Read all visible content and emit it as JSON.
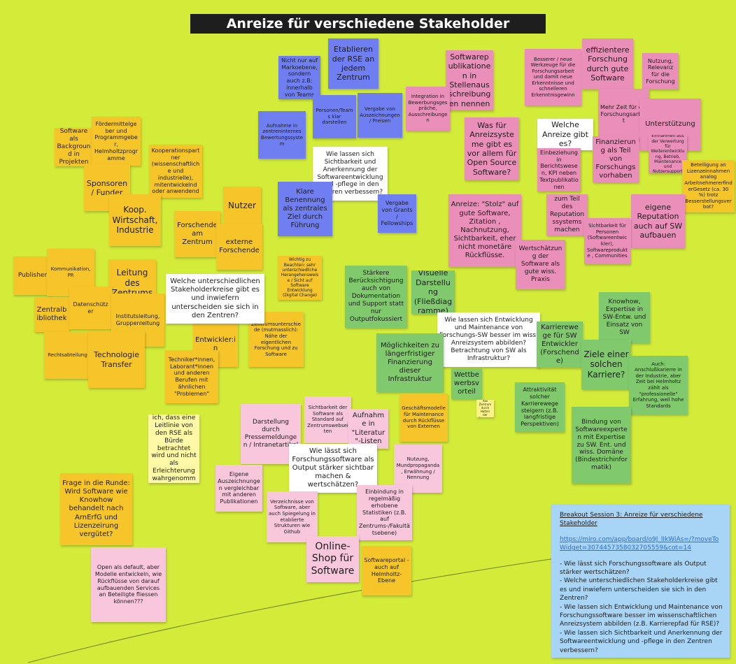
{
  "title": "Anreize für verschiedene Stakeholder",
  "colors": {
    "background": "#d3ec3a",
    "orange": "#f5c52a",
    "blue": "#6f7ff2",
    "pink": "#ea8fb9",
    "green": "#80c96d",
    "white": "#ffffff",
    "light_pink": "#f9c7dc",
    "info_blue": "#a8d4f5"
  },
  "info_panel": {
    "title": "Breakout Session 3: Anreize für verschiedene Stakeholder",
    "link": "https://miro.com/app/board/o9J_lIkWiAs=/?moveToWidget=3074457358032705559&cot=14",
    "body": "- Wie lässt sich Forschungssoftware als Output stärker wertschätzen?\n- Welche unterschiedlichen Stakeholderkreise gibt es und inwiefern unterscheiden sie sich in den Zentren?\n- Wie lassen sich Entwicklung und Maintenance von Forschungssoftware besser im wissenschaftlichen Anreizsystem abbilden (z.B. Karrierepfad für RSE)?\n- Wie lassen sich Sichtbarkeit und Anerkennung der Softwareentwicklung und -pflege in den Zentren verbessern?"
  },
  "notes": [
    "Software als Background in Projekten",
    "Fördermittelgeber und Programmgeber, Helmholtzprogramme",
    "Kooperationspartner (wissenschaftliche und industrielle), mitentwickelnd oder anwendend",
    "Sponsoren / Funder",
    "Koop. Wirtschaft, Industrie",
    "Nutzer",
    "Forschende am Zentrum",
    "externe Forschende",
    "Publisher",
    "Kommunikation, PR",
    "Leitung des Zentrums",
    "Zentralbibliothek",
    "Datenschützer",
    "Institutsleitung, Gruppenleitung",
    "Rechtsabteilung",
    "Technologie Transfer",
    "Entwickler:in",
    "Techniker*innen, Laborant*innen und anderen Berufen mit ähnlichen \"Problemen\"",
    "Zentrumsunterschiede (mutmasslich): Nähe der eigentlichen Forschung und zu Software",
    "Wichtig zu Beachten: sehr unterschiedliche Herangehensweise / Sicht auf Software Entwicklung (Digital Change)",
    "Welche unterschiedlichen Stakeholderkreise gibt es und inwiefern unterscheiden sie sich in den Zentren?",
    "Nicht nur auf Markoebene, sondern auch z.B: innerhalb von Teams",
    "Etablieren der RSE an jedem Zentrum",
    "Personen/Teams klar darstellen",
    "Vergabe von Auszeichnungen / Preisen",
    "Aufnahme in zentreninternes Bewertungssystem",
    "Wie lassen sich Sichtbarkeit und Anerkennung der Softwareentwicklung und -pflege in den Zentren verbessern?",
    "Klare Benennung als zentrales Ziel durch Führung",
    "Vergabe von Grants / Fellowships",
    "Softwarepublikationen in Stellenausschreibungen nennen",
    "Integration in Bewerbungsgespräche, Ausschreibungen",
    "Was für Anreizsysteme gibt es vor allem für Open Source Software?",
    "Besserer / neue Werkzeuge für die Forschungsarbeit und damit neue Erkenntnisse und schnelleren Erkenntnisgewinn",
    "effizientere Forschung durch gute Software",
    "Nutzung, Relevanz für die Forschung",
    "Mehr Zeit für die Forschungsarbeit",
    "Welche Anreize gibt es?",
    "Unterstützung",
    "Einbeziehung in Berichtswesen, KPI neben Textpublikationen",
    "Finanzierung als Teil von Forschungsvorhaben",
    "Einnahmen aus der Verwertung für Weiterentwicklung, Betrieb, Maintenance und Nutzersupport",
    "Beteiligung an Lizenzeinnahmen analog ArbeitnehmererfinderGesetz (ca. 30 %) trotz Besserstellungsverbot?",
    "Anreize: \"Stolz\" auf gute Software, Zitation , Nachnutzung, Sichtbarkeit, eher nicht monetäre Rückflüsse.",
    "zum Teil des Reputationssystems machen",
    "eigene Reputation auch auf SW aufbauen",
    "Sichtbarkeit für Personen (Softwareentwickler), Softwareprodukte , Communities",
    "Wertschätzung der Software als gute wiss. Praxis",
    "Stärkere Berücksichtigung auch von Dokumentation und Support statt nur Outputfokussiert",
    "Visuelle Darstellung (Fließdiagramme)",
    "Knowhow, Expertise in SW-Entw. und Einsatz von SW",
    "Wie lassen sich Entwicklung und Maintenance von Forschungs-SW besser im wiss. Anreizsystem abbilden? Betrachtung von SW als Infrastruktur?",
    "Karrierewege für SW Entwickler (Forschende)",
    "Möglichkeiten zu längerfristiger Finanzierung dieser Infrastruktur",
    "Ziele einer solchen Karriere?",
    "Auch: Anschlußkarierre in der Industrie, aber Zeit bei Helmholtz zählt als \"professionelle\" Erfahrung, weil hohe Standards",
    "Wettbewerbsvorteil",
    "auch für das Zentrum durch Halten der Personen",
    "Attraktivität solcher Karrierewege steigern (z.B. langfristige Perspektiven)",
    "Bindung von Softwareexperten mit Expertise zu SW. Ent. und wiss. Domäne (Bindestrichinformatik)",
    "wie verhindere ich, dass eine Leitlinie von den RSE als Bürde betrachtet wird und nicht als Erleichterung wahrgenommen wird?",
    "Darstellung durch Pressemeldungen / Intranetartikel",
    "Sichtbarkeit der Software als Standard auf Zentrumswebseiten",
    "Aufnahme in \"Literatur\"-Listen",
    "Geschäftsmodelle für Maintenance durch Rückflüsse von Externen",
    "Wie lässt sich Forschungssoftware als Output stärker sichtbar machen & wertschätzen?",
    "Nutzung, Mundpropaganda, Erwähnung / Nennung",
    "Eigene Auszeichnungen vergleichbar mit anderen Publikationen",
    "Verzeichnisse von Software, aber auch Spiegelung in etablierte Strukturen wie Github",
    "Einbindung in regelmäßig erhobene Statistiken (z.B. auf Zentrums-/Fakultätsebene)",
    "Online-Shop für Software",
    "Softwareportal - auch auf Helmholtz-Ebene",
    "Frage in die Runde: Wird Software wie Knowhow behandelt nach ArnErfG und Lizenzeirung vergütet?",
    "Open als default, aber Modelle entwickeln, wie Rückflüsse von darauf aufbauenden Services an Beteiligte fliessen können???"
  ]
}
